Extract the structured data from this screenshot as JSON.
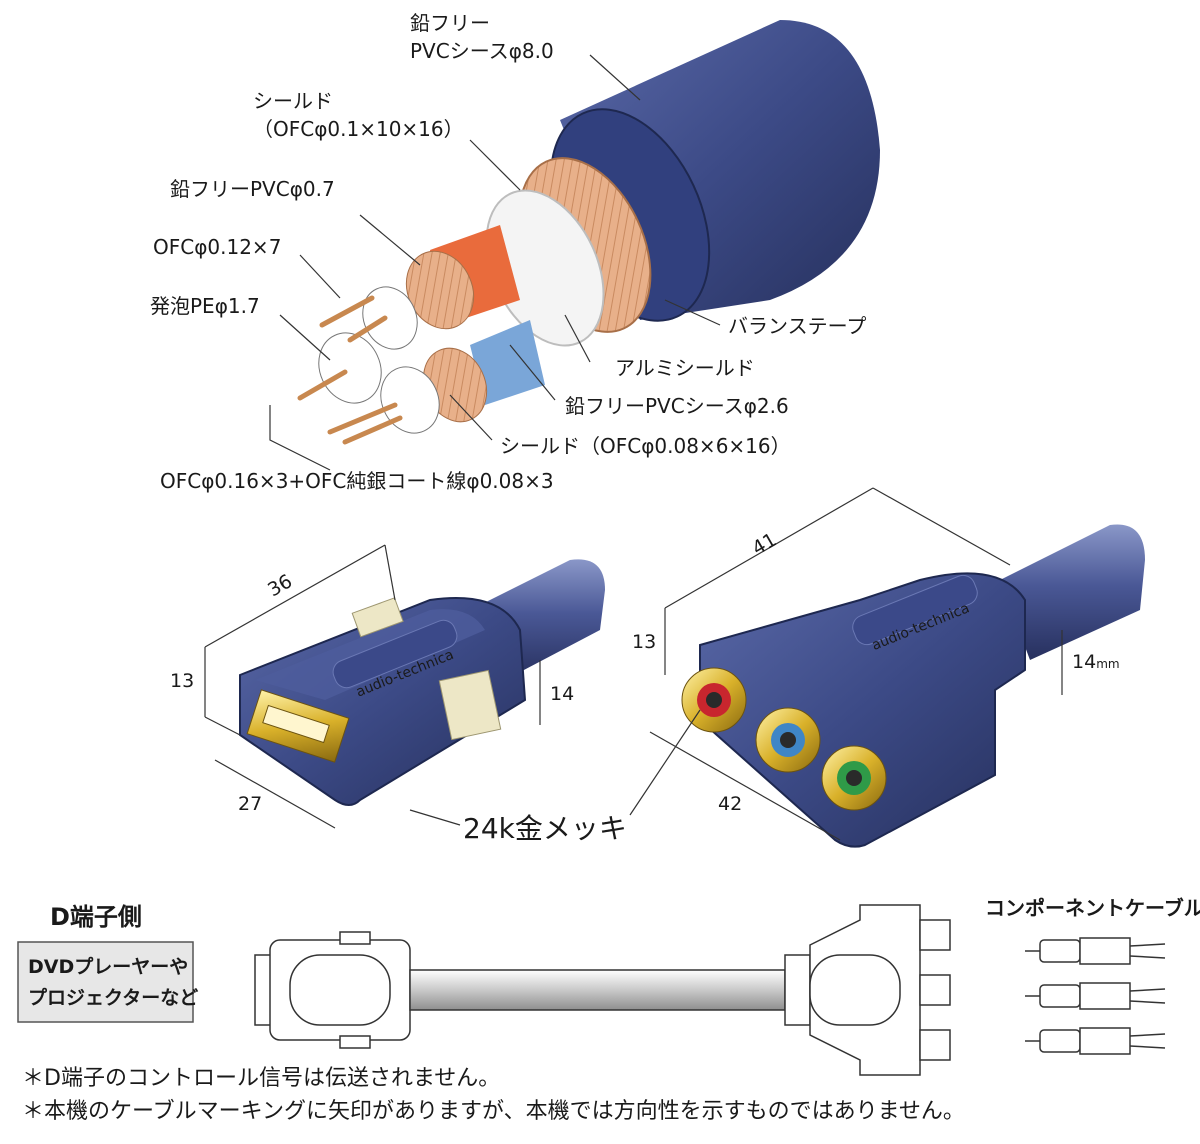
{
  "cable_labels": {
    "outer_sheath": [
      "鉛フリー",
      "PVCシースφ8.0"
    ],
    "shield": [
      "シールド",
      "（OFCφ0.1×10×16）"
    ],
    "pvc_07": "鉛フリーPVCφ0.7",
    "ofc_012": "OFCφ0.12×7",
    "foam_pe": "発泡PEφ1.7",
    "balance_tape": "バランステープ",
    "alu_shield": "アルミシールド",
    "inner_sheath": "鉛フリーPVCシースφ2.6",
    "inner_shield": "シールド（OFCφ0.08×6×16）",
    "conductor": "OFCφ0.16×3+OFC純銀コート線φ0.08×3"
  },
  "dimensions": {
    "d_width": "36",
    "d_height": "13",
    "d_depth": "27",
    "d_cable_h": "14",
    "rca_width": "41",
    "rca_height": "13",
    "rca_depth": "42",
    "rca_cable_h": "14",
    "rca_cable_unit": "mm"
  },
  "brand": "audio-technica",
  "gold_plating": "24k金メッキ",
  "schematic": {
    "d_side_title": "D端子側",
    "d_side_box": [
      "DVDプレーヤーや",
      "プロジェクターなど"
    ],
    "component_title": "コンポーネントケーブル"
  },
  "notes": [
    "＊D端子のコントロール信号は伝送されません。",
    "＊本機のケーブルマーキングに矢印がありますが、本機では方向性を示すものではありません。"
  ],
  "colors": {
    "navy": "#3c4a86",
    "navy_dark": "#26305c",
    "copper": "#e3a276",
    "orange": "#e96b3c",
    "blue_layer": "#7aa6d8",
    "gold": "#d9b12a",
    "rca_red": "#c8262e",
    "rca_blue": "#3f86c6",
    "rca_green": "#2f9a48"
  }
}
